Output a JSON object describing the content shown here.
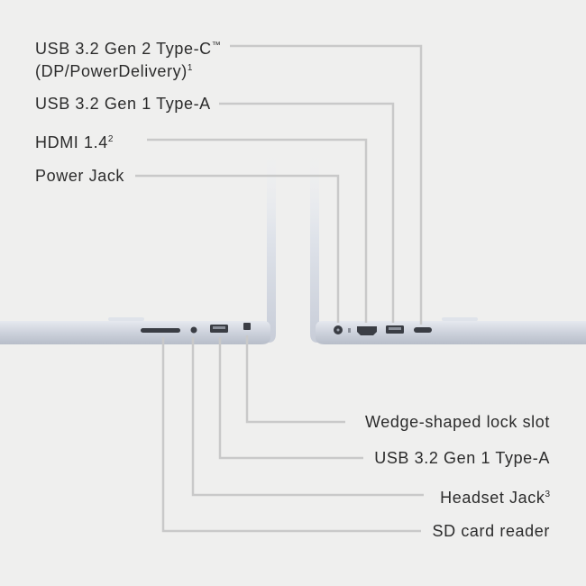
{
  "right_side_ports": [
    {
      "line1": "USB 3.2 Gen 2 Type-C",
      "mark": "™",
      "line2": "(DP/PowerDelivery)",
      "footnote": "1"
    },
    {
      "text": "USB 3.2 Gen 1 Type-A"
    },
    {
      "text": "HDMI 1.4",
      "footnote": "2"
    },
    {
      "text": "Power Jack"
    }
  ],
  "left_side_ports": [
    {
      "text": "Wedge-shaped lock slot"
    },
    {
      "text": "USB 3.2 Gen 1 Type-A"
    },
    {
      "text": "Headset Jack",
      "footnote": "3"
    },
    {
      "text": "SD card reader"
    }
  ],
  "colors": {
    "background": "#efefee",
    "leader_line": "#c9c9c9",
    "text": "#2b2b2b",
    "chassis": "#d5dae3",
    "port": "#3a3d44"
  }
}
